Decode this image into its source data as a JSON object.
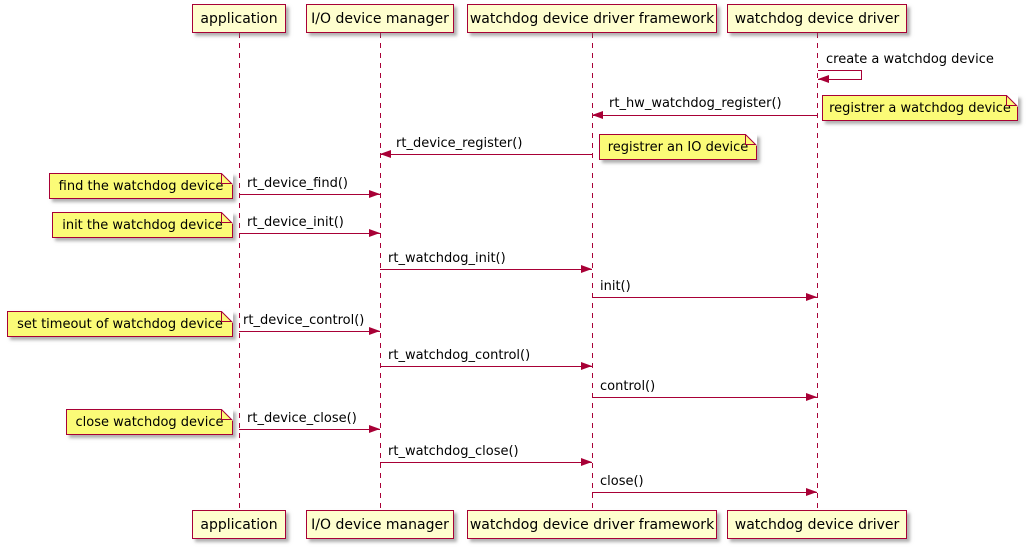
{
  "diagram": {
    "type": "sequence-diagram",
    "colors": {
      "border": "#A80036",
      "arrow": "#A80036",
      "participant_fill": "#FEFECE",
      "note_fill": "#FBFB77",
      "text": "#000000"
    },
    "participants": [
      {
        "label": "application"
      },
      {
        "label": "I/O device manager"
      },
      {
        "label": "watchdog device driver framework"
      },
      {
        "label": "watchdog device driver"
      }
    ],
    "messages": [
      {
        "label": "create a watchdog device",
        "type": "self",
        "from": "watchdog device driver",
        "to": "watchdog device driver"
      },
      {
        "label": "rt_hw_watchdog_register()",
        "type": "left-arrow",
        "from": "watchdog device driver",
        "to": "watchdog device driver framework"
      },
      {
        "label": "rt_device_register()",
        "type": "left-arrow",
        "from": "watchdog device driver framework",
        "to": "I/O device manager"
      },
      {
        "label": "rt_device_find()",
        "type": "right-arrow",
        "from": "application",
        "to": "I/O device manager"
      },
      {
        "label": "rt_device_init()",
        "type": "right-arrow",
        "from": "application",
        "to": "I/O device manager"
      },
      {
        "label": "rt_watchdog_init()",
        "type": "right-arrow",
        "from": "I/O device manager",
        "to": "watchdog device driver framework"
      },
      {
        "label": "init()",
        "type": "right-arrow",
        "from": "watchdog device driver framework",
        "to": "watchdog device driver"
      },
      {
        "label": "rt_device_control()",
        "type": "right-arrow",
        "from": "application",
        "to": "I/O device manager"
      },
      {
        "label": "rt_watchdog_control()",
        "type": "right-arrow",
        "from": "I/O device manager",
        "to": "watchdog device driver framework"
      },
      {
        "label": "control()",
        "type": "right-arrow",
        "from": "watchdog device driver framework",
        "to": "watchdog device driver"
      },
      {
        "label": "rt_device_close()",
        "type": "right-arrow",
        "from": "application",
        "to": "I/O device manager"
      },
      {
        "label": "rt_watchdog_close()",
        "type": "right-arrow",
        "from": "I/O device manager",
        "to": "watchdog device driver framework"
      },
      {
        "label": "close()",
        "type": "right-arrow",
        "from": "watchdog device driver framework",
        "to": "watchdog device driver"
      }
    ],
    "notes": [
      {
        "label": "registrer a watchdog device",
        "attached_to": "watchdog device driver"
      },
      {
        "label": "registrer an IO device",
        "attached_to": "watchdog device driver framework"
      },
      {
        "label": "find the watchdog device",
        "attached_to": "application"
      },
      {
        "label": "init the watchdog device",
        "attached_to": "application"
      },
      {
        "label": "set timeout of watchdog device",
        "attached_to": "application"
      },
      {
        "label": "close watchdog device",
        "attached_to": "application"
      }
    ]
  }
}
